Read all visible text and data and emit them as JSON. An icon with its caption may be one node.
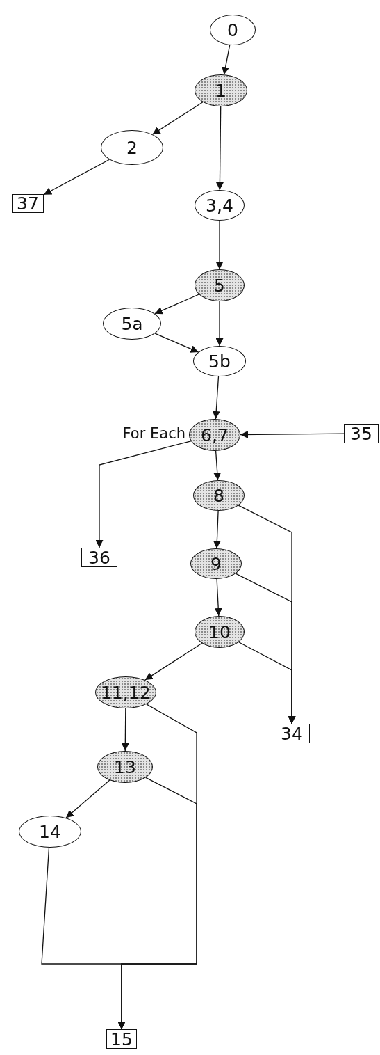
{
  "diagram": {
    "nodes": [
      {
        "text": [
          "0"
        ]
      },
      {
        "text": [
          "1"
        ]
      },
      {
        "text": [
          "2"
        ]
      },
      {
        "text": [
          "37"
        ]
      },
      {
        "text": [
          "3,4"
        ]
      },
      {
        "text": [
          "5"
        ]
      },
      {
        "text": [
          "5a"
        ]
      },
      {
        "text": [
          "5b"
        ]
      },
      {
        "text": [
          "6,7"
        ],
        "beside": [
          "For Each"
        ]
      },
      {
        "text": [
          "35"
        ]
      },
      {
        "text": [
          "8"
        ]
      },
      {
        "text": [
          "36"
        ]
      },
      {
        "text": [
          "9"
        ]
      },
      {
        "text": [
          "10"
        ]
      },
      {
        "text": [
          "34"
        ]
      },
      {
        "text": [
          "11,12"
        ]
      },
      {
        "text": [
          "13"
        ]
      },
      {
        "text": [
          "14"
        ]
      },
      {
        "text": [
          "15"
        ]
      }
    ],
    "edges": [
      {
        "from": 0,
        "to": 1,
        "arrow": "to"
      },
      {
        "from": 1,
        "to": 2,
        "arrow": "to"
      },
      {
        "from": 2,
        "to": 3,
        "arrow": "to"
      },
      {
        "from": 1,
        "to": 4,
        "arrow": "to"
      },
      {
        "from": 4,
        "to": 5,
        "arrow": "to"
      },
      {
        "from": 5,
        "to": 6,
        "arrow": "to"
      },
      {
        "from": 5,
        "to": 7,
        "arrow": "to"
      },
      {
        "from": 6,
        "to": 7,
        "arrow": "to"
      },
      {
        "from": 7,
        "to": 8,
        "arrow": "to"
      },
      {
        "from": 9,
        "to": 8,
        "arrow": "to"
      },
      {
        "from": 8,
        "to": 10,
        "arrow": "to"
      },
      {
        "from": 8,
        "to": 11,
        "arrow": "to"
      },
      {
        "from": 10,
        "to": 14,
        "arrow": "to"
      },
      {
        "from": 10,
        "to": 12,
        "arrow": "to"
      },
      {
        "from": 12,
        "to": 14,
        "arrow": "to"
      },
      {
        "from": 12,
        "to": 13,
        "arrow": "to"
      },
      {
        "from": 13,
        "to": 14,
        "arrow": "to"
      },
      {
        "from": 13,
        "to": 15,
        "arrow": "to"
      },
      {
        "from": 15,
        "to": 16,
        "arrow": "to"
      },
      {
        "from": 15,
        "to": 18,
        "arrow": "to"
      },
      {
        "from": 16,
        "to": 18,
        "arrow": "to"
      },
      {
        "from": 16,
        "to": 17,
        "arrow": "to"
      },
      {
        "from": 17,
        "to": 18,
        "arrow": "to"
      }
    ]
  }
}
